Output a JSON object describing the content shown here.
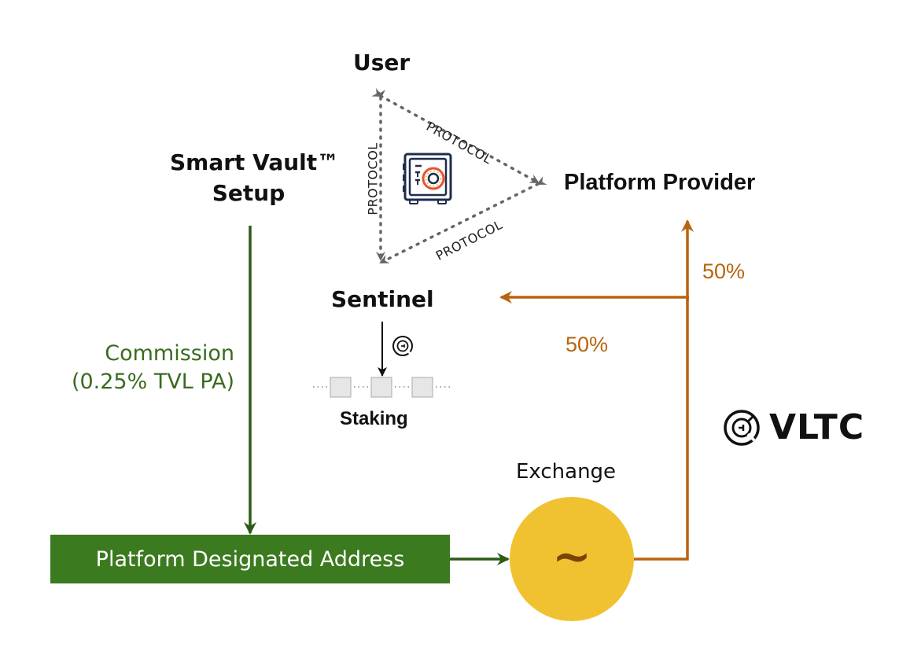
{
  "nodes": {
    "user": "User",
    "smart_vault_line1": "Smart Vault™",
    "smart_vault_line2": "Setup",
    "platform_provider": "Platform Provider",
    "sentinel": "Sentinel",
    "staking": "Staking",
    "exchange": "Exchange",
    "exchange_symbol": "~",
    "platform_designated_address": "Platform Designated Address"
  },
  "edges": {
    "protocol_label": "PROTOCOL",
    "user_provider": "PROTOCOL",
    "user_sentinel": "PROTOCOL",
    "provider_sentinel": "PROTOCOL",
    "commission_line1": "Commission",
    "commission_line2": "(0.25% TVL PA)",
    "split_to_provider": "50%",
    "split_to_sentinel": "50%"
  },
  "brand": {
    "name": "VLTC"
  },
  "icons": {
    "center": "safe-vault-icon",
    "token": "vltc-coin-icon",
    "logo": "vltc-logo-icon"
  },
  "colors": {
    "commission_green": "#3a6b1e",
    "pda_box": "#3b7a1f",
    "split_orange": "#b8640f",
    "exchange_yellow": "#f0c232",
    "protocol_gray": "#666666",
    "safe_navy": "#1f2d4d",
    "safe_dial": "#e8532a"
  }
}
